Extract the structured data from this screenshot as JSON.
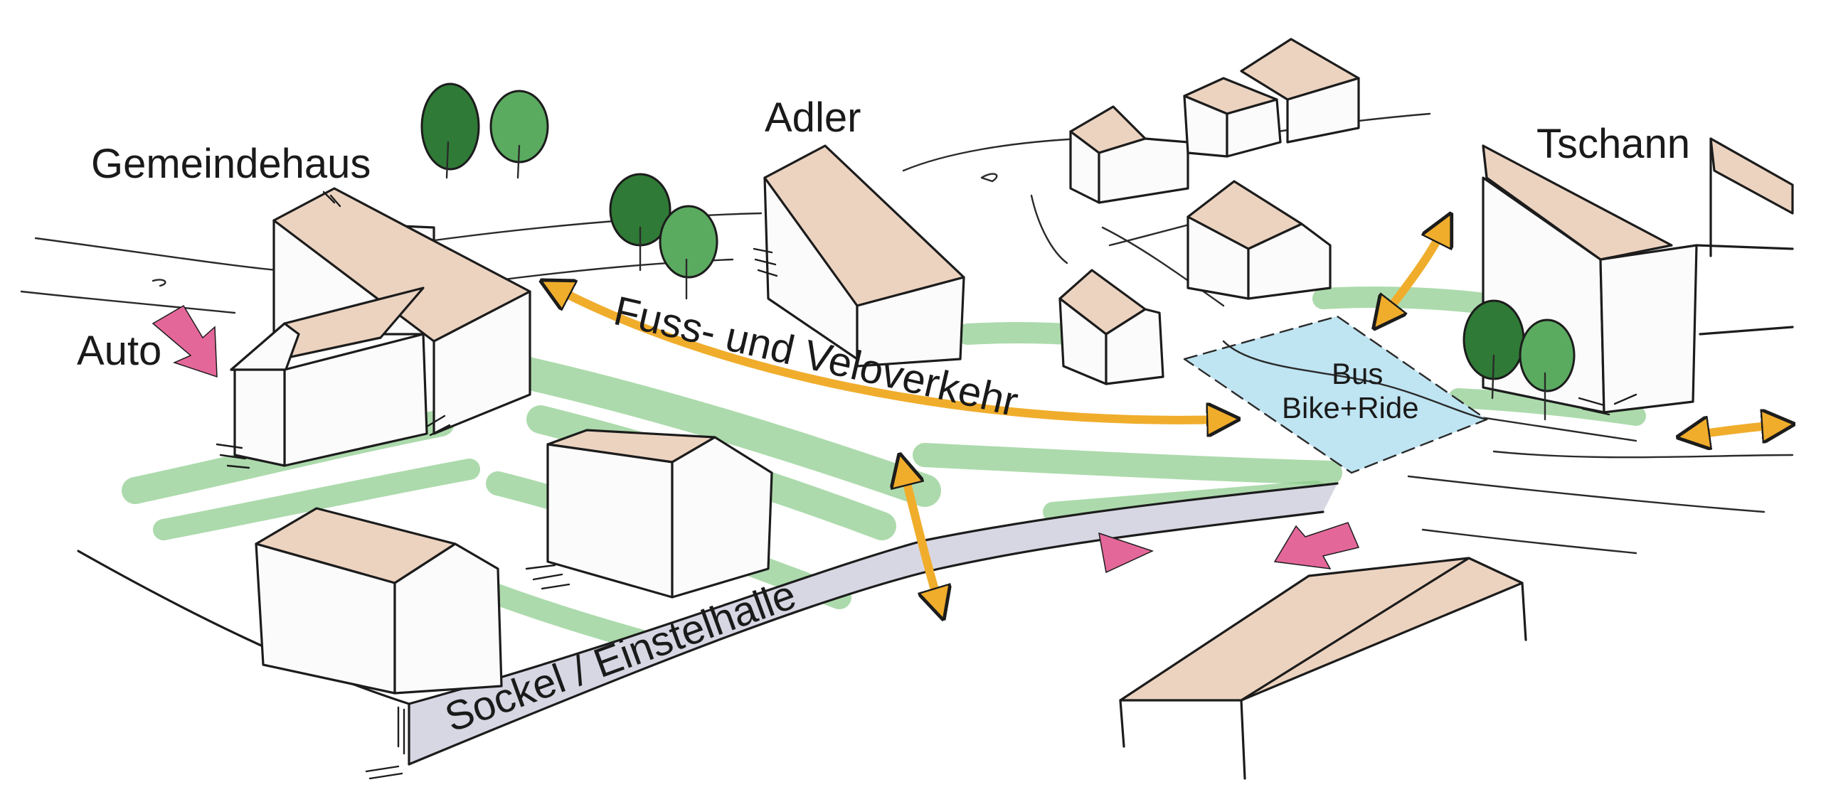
{
  "colors": {
    "roof": "#ecd3c0",
    "grass": "#8ccc8c",
    "grass_dark": "#6fb775",
    "tree_dark": "#2f7a36",
    "tree_light": "#5aab60",
    "plinth": "#d7d7e4",
    "pedestrian_arrow": "#f0ad2c",
    "car_arrow": "#e4679a",
    "bus_area": "#bfe4f2",
    "ink": "#1c1c1c"
  },
  "labels": {
    "gemeindehaus": "Gemeindehaus",
    "adler": "Adler",
    "tschann": "Tschann",
    "auto": "Auto",
    "fuss_velo": "Fuss- und Veloverkehr",
    "bus": "Bus",
    "bike_ride": "Bike+Ride",
    "sockel": "Sockel / Einstelhalle"
  },
  "icons": {
    "pedestrian_arrow": "double-arrow-icon",
    "car_arrow": "car-arrow-icon",
    "tree": "tree-icon"
  }
}
